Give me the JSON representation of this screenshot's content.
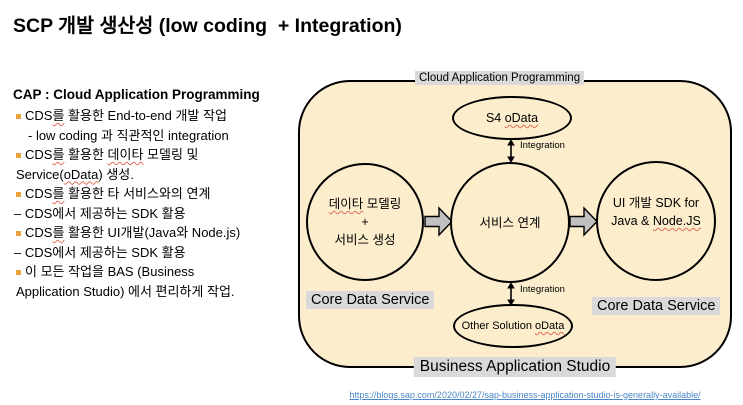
{
  "title": "SCP 개발 생산성 (low coding  + Integration)",
  "left_panel": {
    "heading": "CAP : Cloud Application Programming",
    "bullets": [
      {
        "lines": [
          [
            {
              "t": "CDS"
            },
            {
              "t": "를",
              "sq": true
            },
            {
              "t": " 활용한 End-to-end 개발 작업"
            }
          ],
          [
            {
              "t": "- low coding 과 직관적인 integration"
            }
          ]
        ]
      },
      {
        "lines": [
          [
            {
              "t": "CDS"
            },
            {
              "t": "를",
              "sq": true
            },
            {
              "t": " 활용한 "
            },
            {
              "t": "데이타",
              "sq": true
            },
            {
              "t": " 모델링 및"
            }
          ],
          [
            {
              "t": "Service("
            },
            {
              "t": "oData",
              "sq": true
            },
            {
              "t": ") 생성."
            }
          ]
        ]
      },
      {
        "lines": [
          [
            {
              "t": "CDS"
            },
            {
              "t": "를",
              "sq": true
            },
            {
              "t": " 활용한 타 서비스와의 연계"
            }
          ],
          [
            {
              "t": "– CDS에서 제공하는 SDK 활용"
            }
          ]
        ]
      },
      {
        "lines": [
          [
            {
              "t": "CDS"
            },
            {
              "t": "를",
              "sq": true
            },
            {
              "t": " 활용한 UI개발(Java와 Node.js)"
            }
          ],
          [
            {
              "t": "– CDS에서 제공하는 SDK 활용"
            }
          ]
        ]
      },
      {
        "lines": [
          [
            {
              "t": "이 모든 작업을 BAS (Business"
            }
          ],
          [
            {
              "t": "Application Studio) 에서 편리하게 작업."
            }
          ]
        ]
      }
    ]
  },
  "diagram": {
    "top_label": "Cloud Application Programming",
    "bottom_label": "Business Application Studio",
    "core_left": "Core Data Service",
    "core_right": "Core Data Service",
    "integration_top": "Integration",
    "integration_bottom": "Integration",
    "ellipse_top": [
      [
        {
          "t": "S4 "
        },
        {
          "t": "oData",
          "sq": true
        }
      ]
    ],
    "ellipse_bottom": [
      [
        {
          "t": "Other Solution "
        },
        {
          "t": "oData",
          "sq": true
        }
      ]
    ],
    "circle_left": [
      [
        {
          "t": "데이타",
          "sq": true
        },
        {
          "t": " 모델링"
        }
      ],
      [
        {
          "t": "+"
        }
      ],
      [
        {
          "t": "서비스 생성"
        }
      ]
    ],
    "circle_center": [
      [
        {
          "t": "서비스 연계"
        }
      ]
    ],
    "circle_right": [
      [
        {
          "t": "UI 개발 SDK for"
        }
      ],
      [
        {
          "t": "Java & "
        },
        {
          "t": "Node.JS",
          "sq": true
        }
      ]
    ]
  },
  "footer": {
    "link": "https://blogs.sap.com/2020/02/27/sap-business-application-studio-is-generally-available/"
  },
  "colors": {
    "diagram_fill": "#FCEECD",
    "label_bg": "#D9D9D9",
    "arrow_fill": "#C0C0C0",
    "bullet": "#E8A33D",
    "link": "#4A86C8",
    "squiggle": "#E36C5C"
  }
}
